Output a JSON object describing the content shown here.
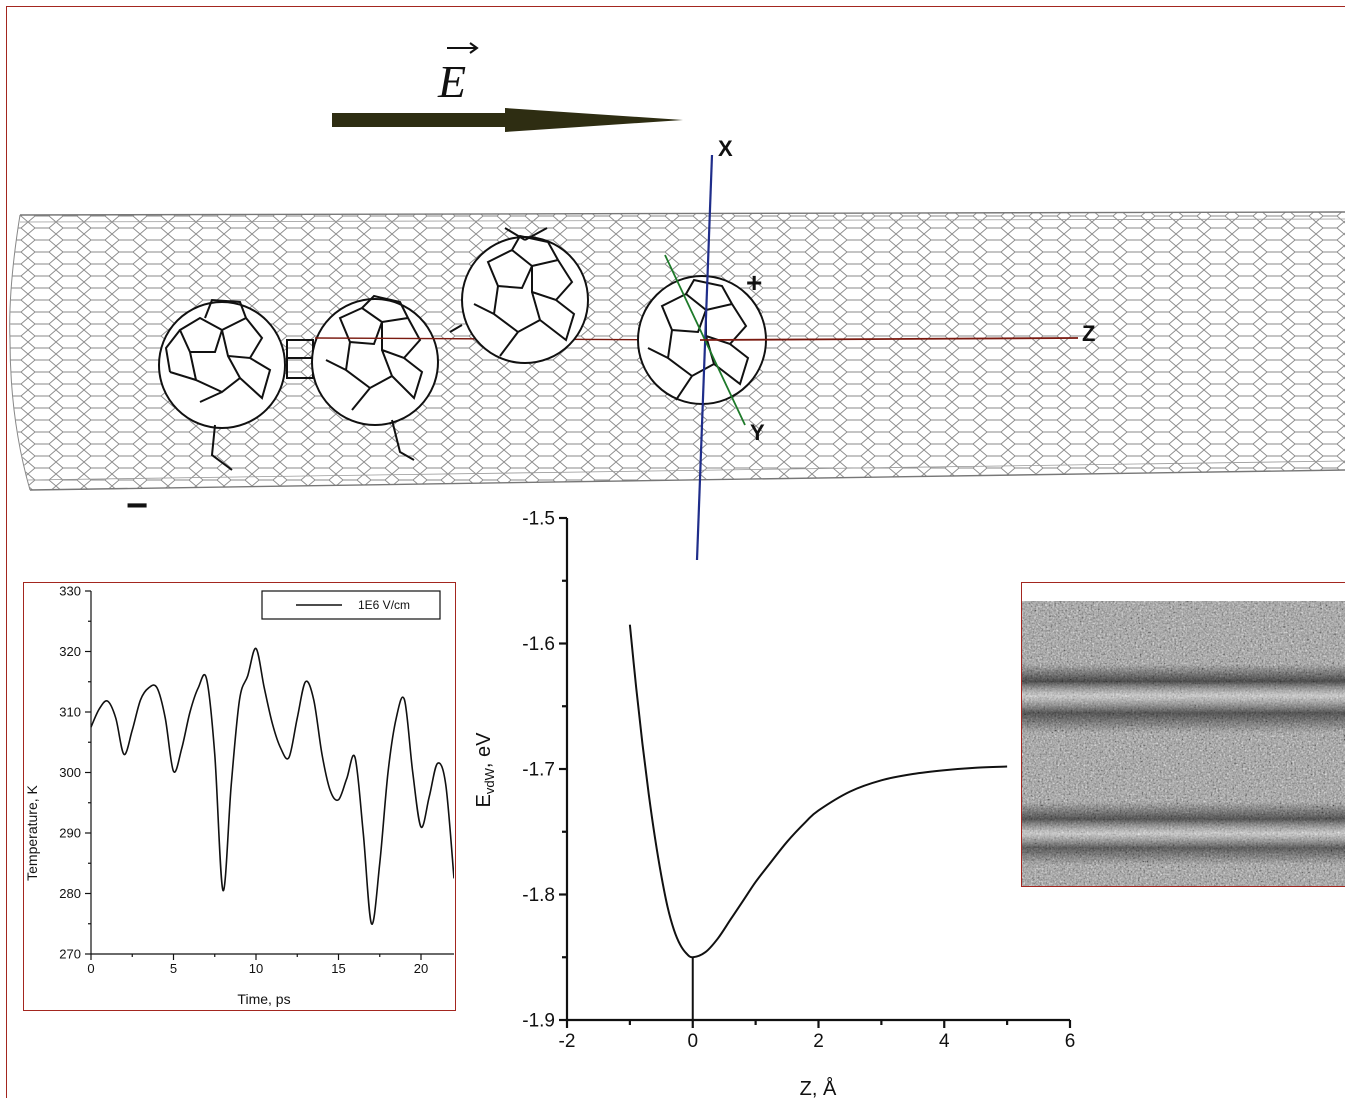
{
  "field": {
    "label": "E",
    "arrow_color": "#2e2d12"
  },
  "axes_labels": {
    "x": "X",
    "y": "Y",
    "z": "Z",
    "plus": "+",
    "minus": "−"
  },
  "colors": {
    "frame": "#a3261f",
    "x_axis": "#1f2d8a",
    "y_axis": "#1e7a2a",
    "z_axis": "#7a1a10",
    "tube": "#777777",
    "fullerene": "#111111"
  },
  "chart_data": [
    {
      "type": "line",
      "name": "temperature_vs_time",
      "xlabel": "Time, ps",
      "ylabel": "Temperature, K",
      "xlim": [
        0,
        22
      ],
      "ylim": [
        270,
        330
      ],
      "xticks": [
        "0",
        "5",
        "10",
        "15",
        "20"
      ],
      "yticks": [
        "270",
        "280",
        "290",
        "300",
        "310",
        "320",
        "330"
      ],
      "legend": "top-right",
      "series": [
        {
          "name": "1E6 V/cm",
          "x": [
            0,
            0.5,
            1,
            1.5,
            2,
            2.5,
            3,
            3.5,
            4,
            4.5,
            5,
            5.5,
            6,
            6.5,
            7,
            7.5,
            8,
            8.5,
            9,
            9.5,
            10,
            10.5,
            11,
            11.5,
            12,
            12.5,
            13,
            13.5,
            14,
            14.5,
            15,
            15.5,
            16,
            16.5,
            17,
            17.5,
            18,
            18.5,
            19,
            19.5,
            20,
            20.5,
            21,
            21.5,
            22
          ],
          "y": [
            307.5,
            310.5,
            311.8,
            309,
            303,
            307,
            312,
            314,
            314,
            309,
            300.2,
            304,
            310,
            314,
            315.5,
            303,
            280.5,
            298,
            312,
            316,
            320.5,
            314,
            308,
            304,
            302.5,
            309,
            315,
            312,
            303,
            297,
            295.5,
            299,
            302.5,
            290,
            275,
            285,
            300,
            309,
            312,
            300,
            291,
            296,
            301.5,
            298,
            282.5
          ]
        }
      ]
    },
    {
      "type": "line",
      "name": "vdw_energy_vs_z",
      "xlabel": "Z, Å",
      "ylabel": "E_vdW, eV",
      "xlim": [
        -2,
        6
      ],
      "ylim": [
        -1.9,
        -1.5
      ],
      "xticks": [
        "-2",
        "0",
        "2",
        "4",
        "6"
      ],
      "yticks": [
        "-1.9",
        "-1.8",
        "-1.7",
        "-1.6",
        "-1.5"
      ],
      "series": [
        {
          "x": [
            -1,
            -0.9,
            -0.8,
            -0.7,
            -0.6,
            -0.5,
            -0.4,
            -0.3,
            -0.2,
            -0.1,
            0,
            0.2,
            0.4,
            0.6,
            0.8,
            1,
            1.2,
            1.5,
            1.8,
            2,
            2.5,
            3,
            3.5,
            4,
            4.5,
            5
          ],
          "y": [
            -1.585,
            -1.635,
            -1.68,
            -1.72,
            -1.755,
            -1.785,
            -1.81,
            -1.828,
            -1.84,
            -1.847,
            -1.85,
            -1.846,
            -1.835,
            -1.82,
            -1.805,
            -1.79,
            -1.777,
            -1.758,
            -1.742,
            -1.733,
            -1.718,
            -1.709,
            -1.704,
            -1.701,
            -1.699,
            -1.698
          ]
        }
      ]
    }
  ],
  "temp_legend": "1E6 V/cm",
  "energy_ylabel_main": "E",
  "energy_ylabel_sub": "vdW",
  "energy_ylabel_unit": ", eV"
}
